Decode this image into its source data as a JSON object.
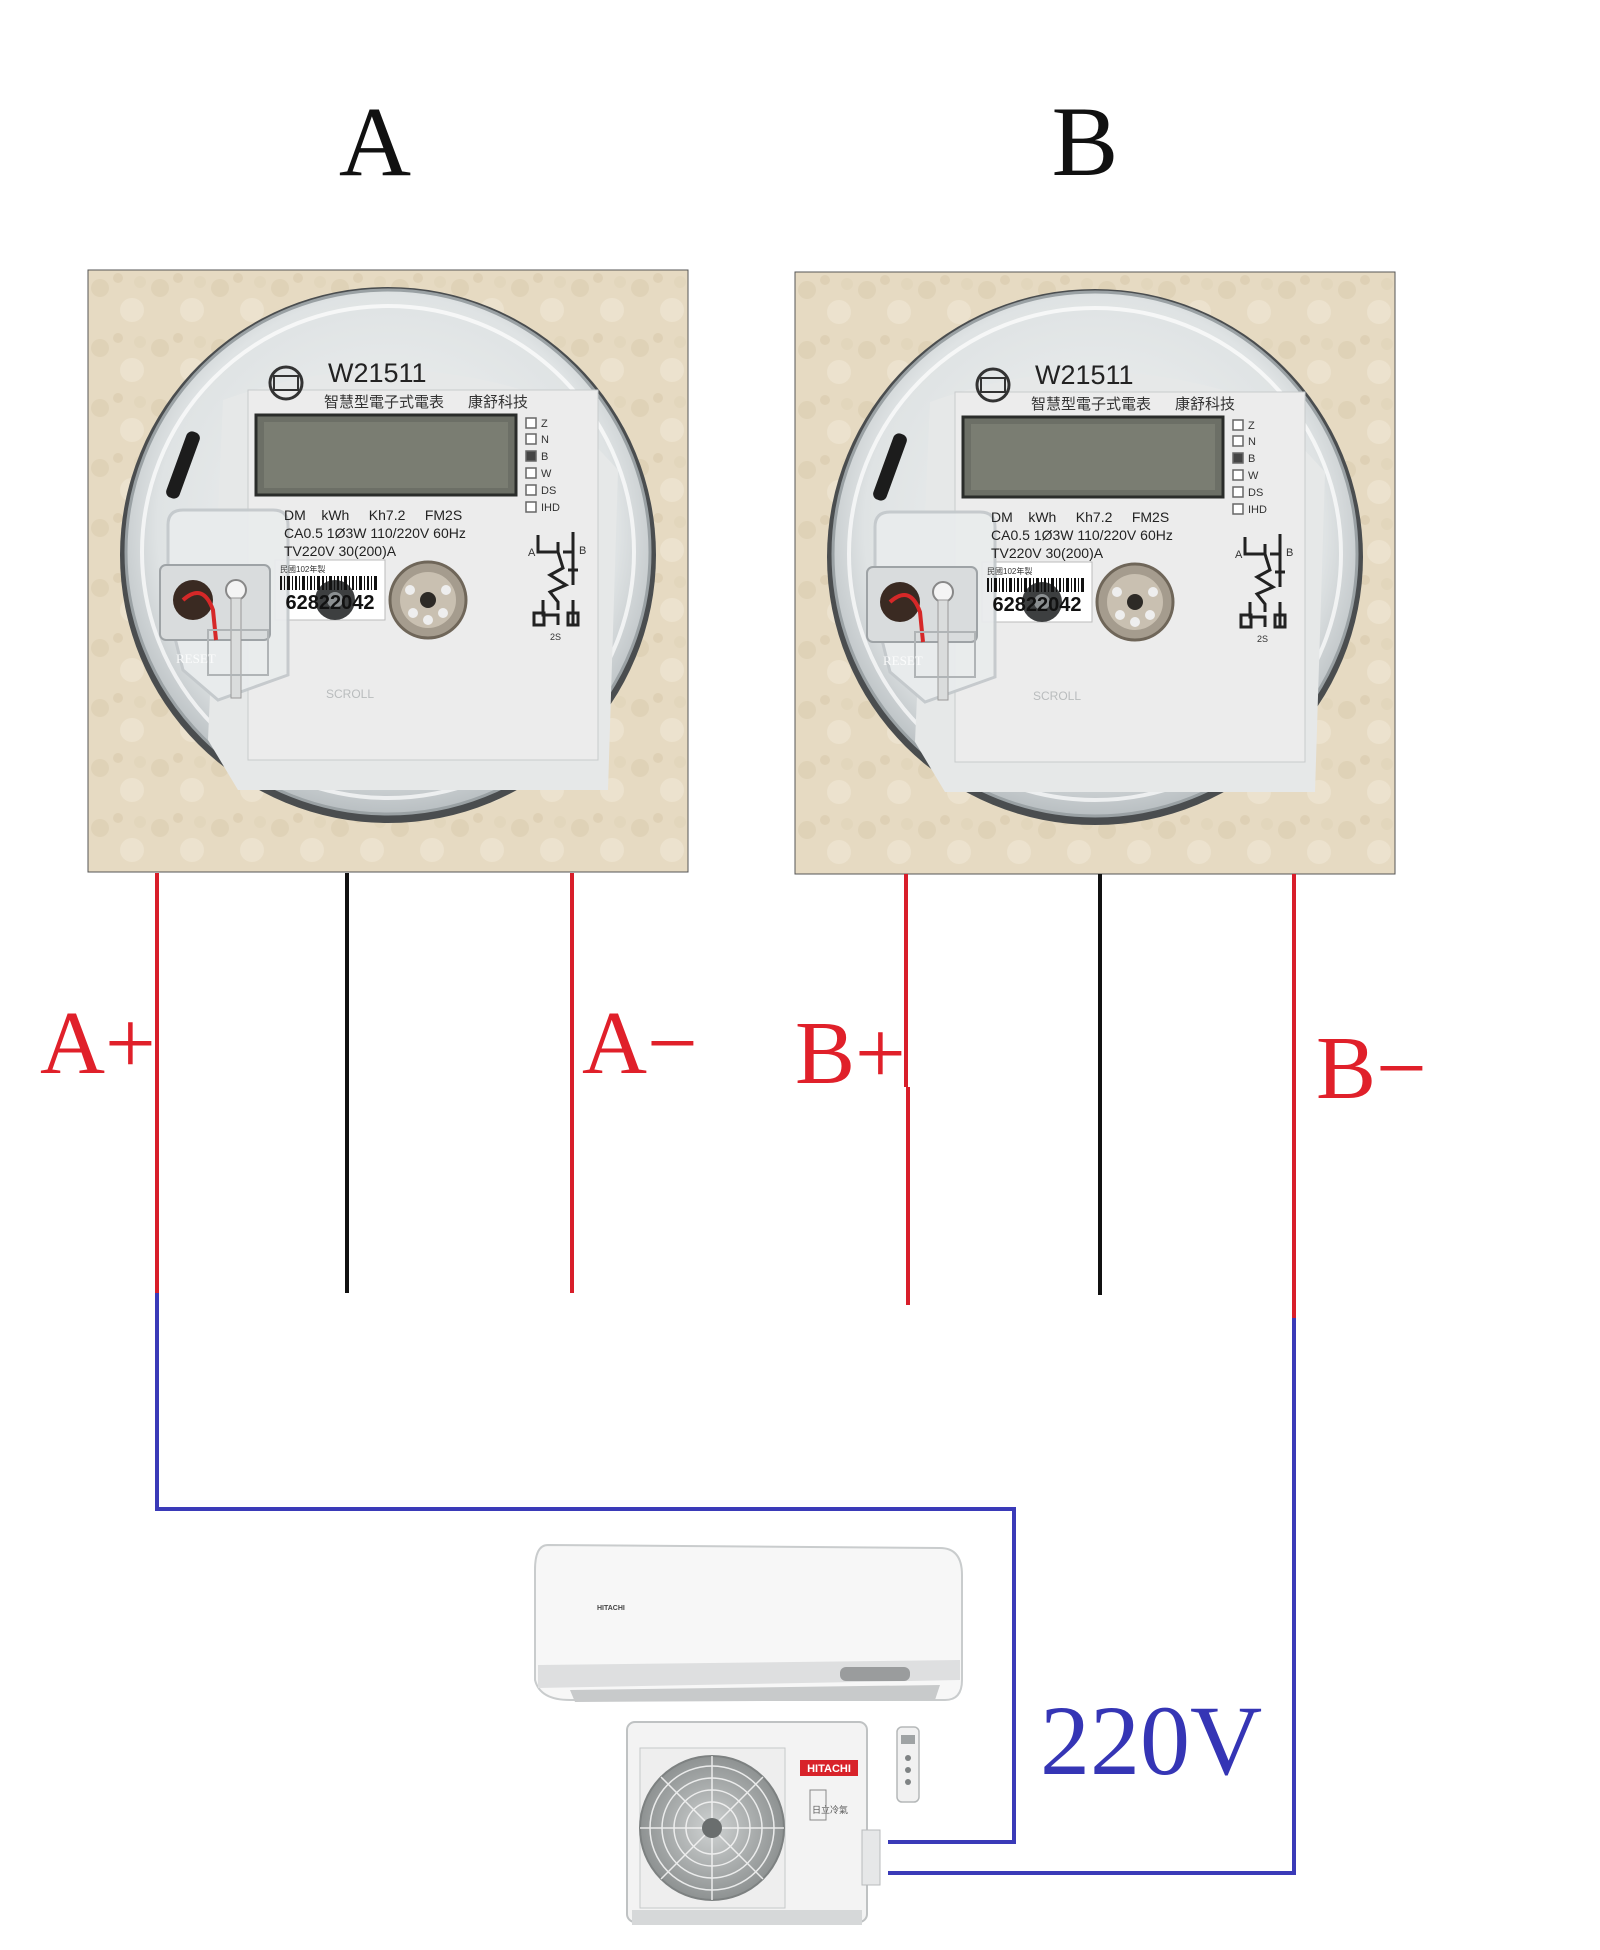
{
  "headings": {
    "a": "A",
    "b": "B"
  },
  "meters": [
    {
      "model": "W21511",
      "subtitle": "智慧型電子式電表",
      "maker": "康舒科技",
      "spec1": "DM    kWh     Kh7.2     FM2S",
      "spec2": "CA0.5 1Ø3W 110/220V 60Hz",
      "spec3": "TV220V  30(200)A",
      "year": "民國102年製",
      "serial": "62822042",
      "checklist": [
        "Z",
        "N",
        "B",
        "W",
        "DS",
        "IHD"
      ],
      "checked": "B",
      "reset": "RESET",
      "scroll": "SCROLL",
      "diagram_a": "A",
      "diagram_b": "B",
      "diagram_2s": "2S"
    },
    {
      "model": "W21511",
      "subtitle": "智慧型電子式電表",
      "maker": "康舒科技",
      "spec1": "DM    kWh     Kh7.2     FM2S",
      "spec2": "CA0.5 1Ø3W 110/220V 60Hz",
      "spec3": "TV220V  30(200)A",
      "year": "民國102年製",
      "serial": "62822042",
      "checklist": [
        "Z",
        "N",
        "B",
        "W",
        "DS",
        "IHD"
      ],
      "checked": "B",
      "reset": "RESET",
      "scroll": "SCROLL",
      "diagram_a": "A",
      "diagram_b": "B",
      "diagram_2s": "2S"
    }
  ],
  "wire_labels": {
    "a_plus": "A+",
    "a_minus": "A−",
    "b_plus": "B+",
    "b_minus": "B−"
  },
  "voltage_label": "220V",
  "ac_unit": {
    "brand": "HITACHI",
    "indoor_text": "HITACHI",
    "outdoor_badge": "日立冷氣"
  },
  "colors": {
    "hot_wire": "#d81e2a",
    "neutral_wire": "#111111",
    "link_wire": "#3a3ab8",
    "label_red": "#e0202a",
    "label_blue": "#3535b5",
    "wall": "#e8ddc6",
    "brand_red": "#d8232a"
  }
}
